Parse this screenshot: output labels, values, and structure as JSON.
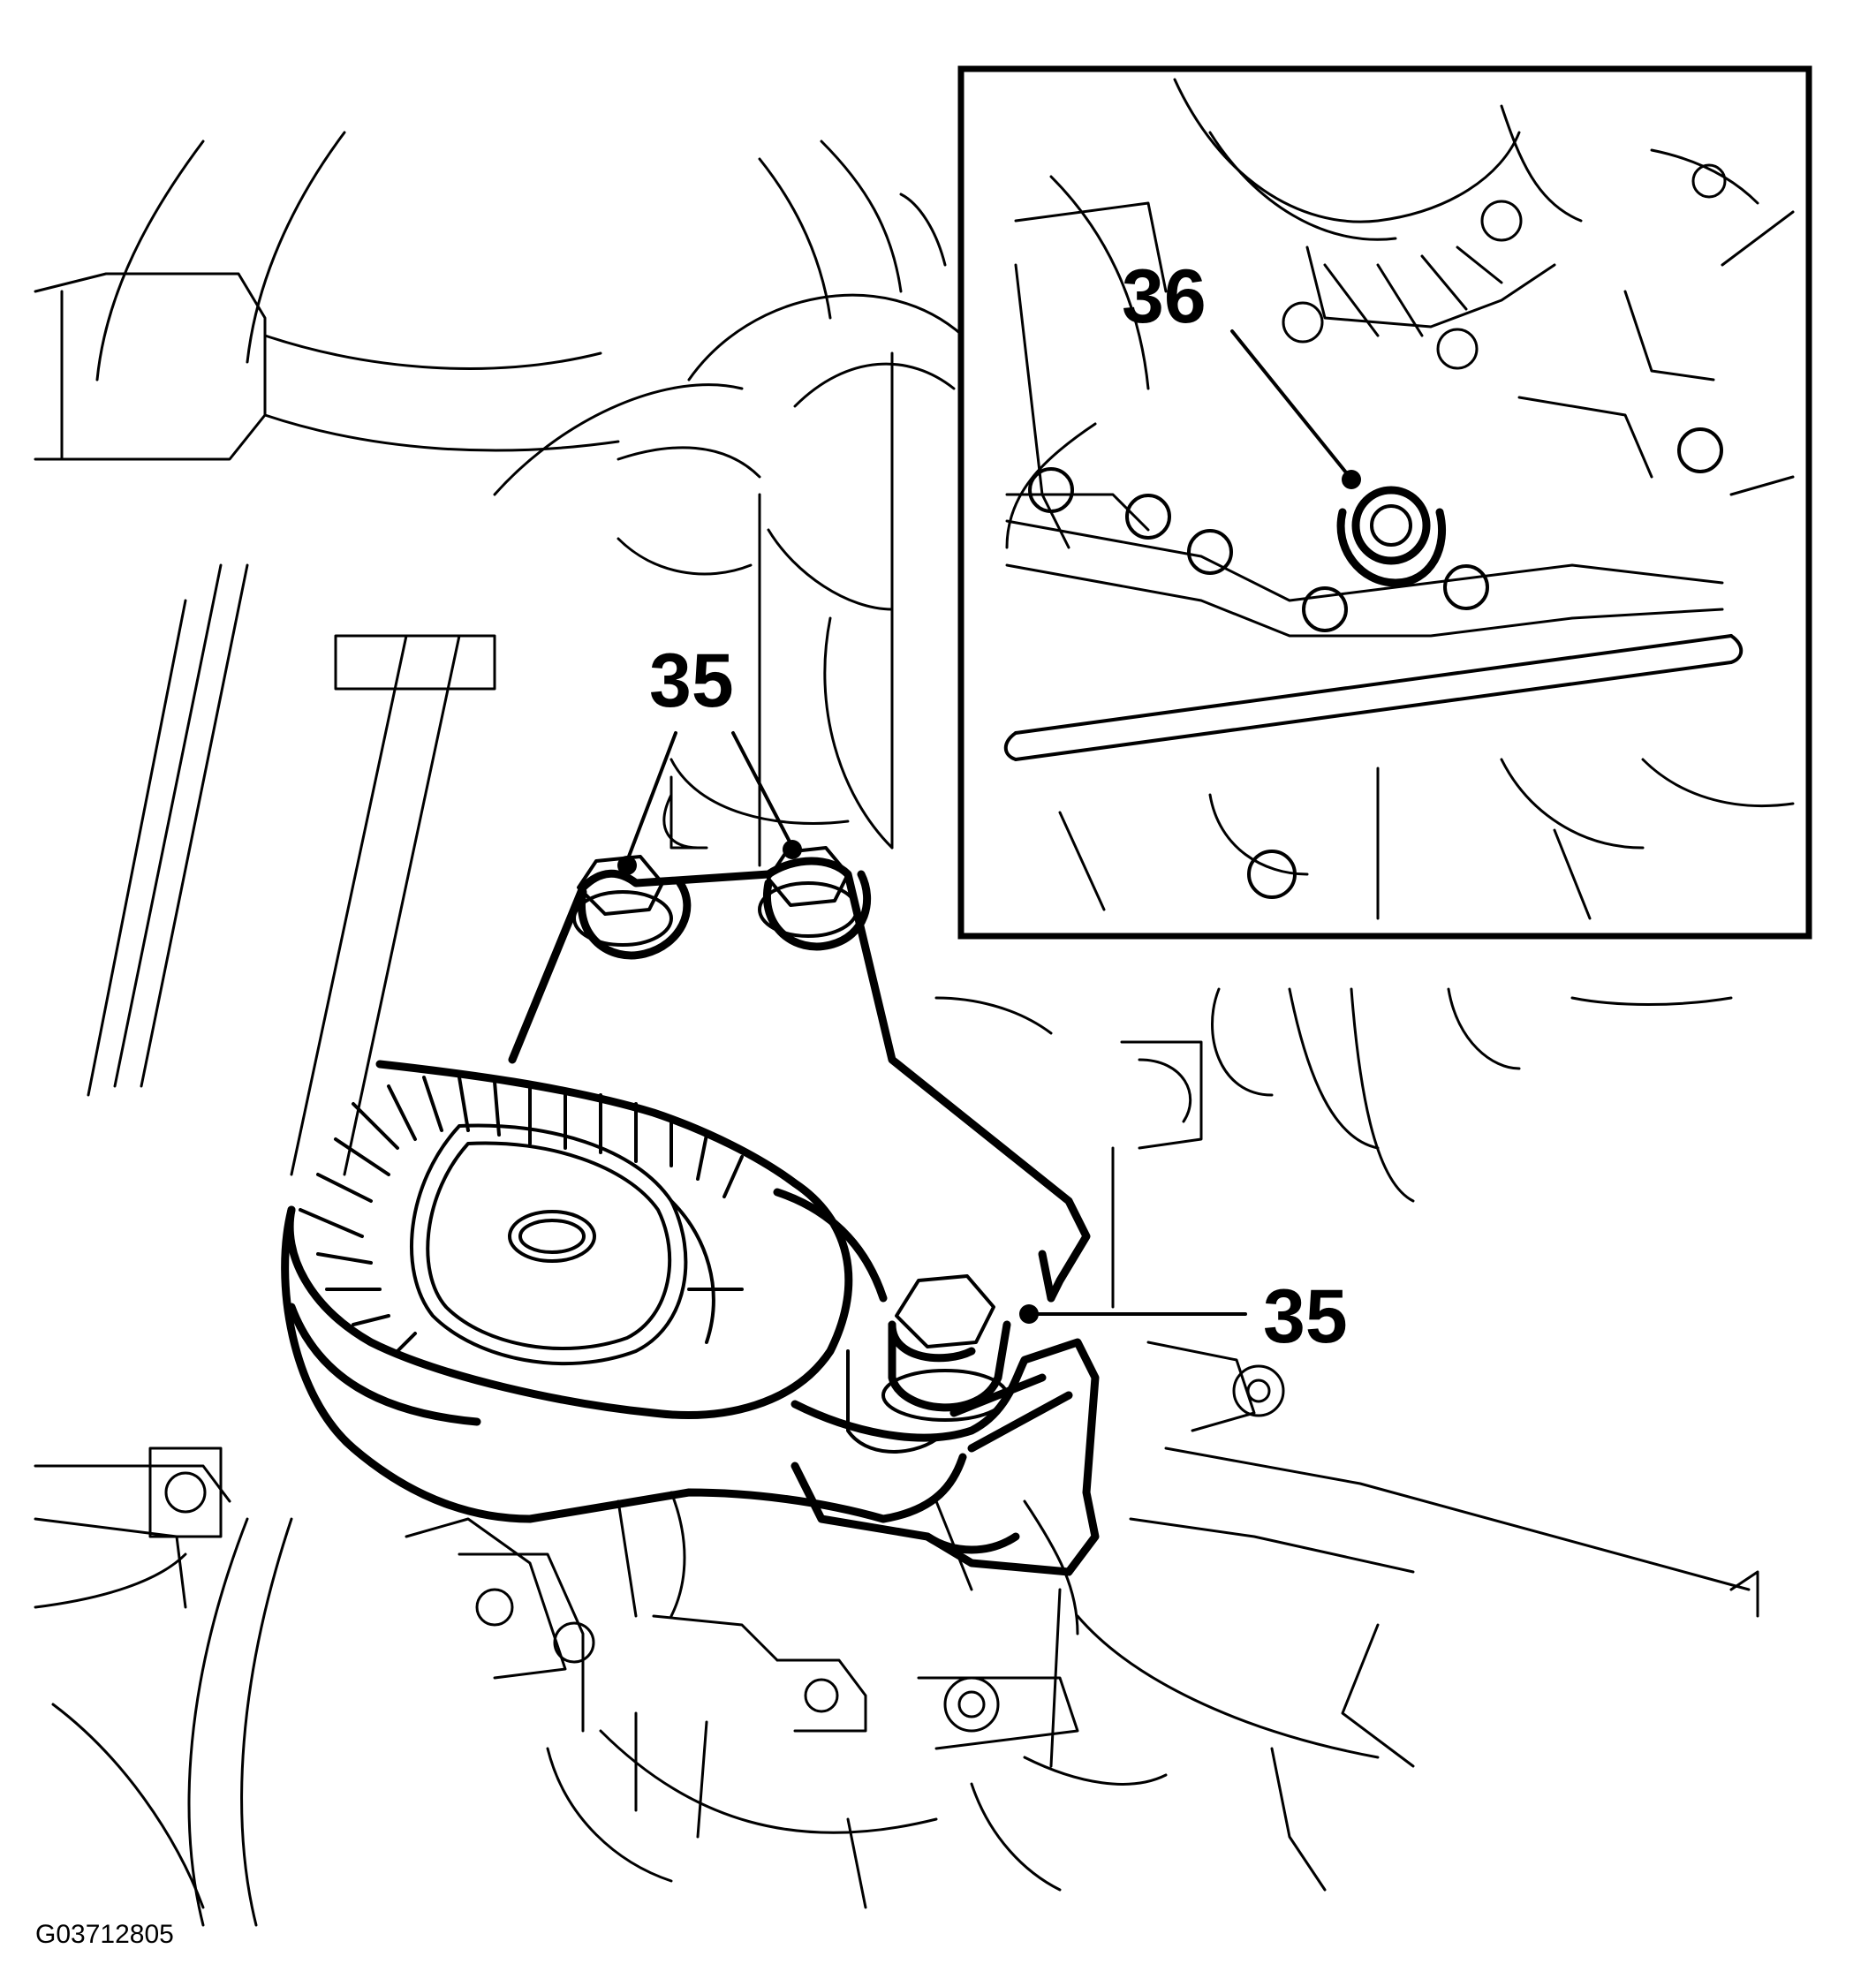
{
  "figure_id": "G03712805",
  "callouts": [
    {
      "id": "callout-35-top",
      "label": "35"
    },
    {
      "id": "callout-35-right",
      "label": "35"
    },
    {
      "id": "callout-36-inset",
      "label": "36"
    }
  ]
}
